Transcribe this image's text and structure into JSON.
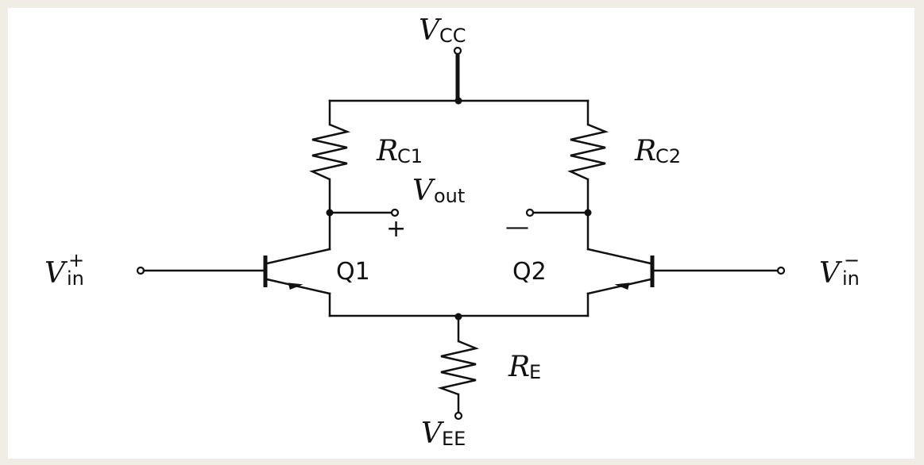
{
  "labels": {
    "vcc": {
      "main": "V",
      "sub": "CC"
    },
    "vee": {
      "main": "V",
      "sub": "EE"
    },
    "rc1": {
      "main": "R",
      "sub": "C1"
    },
    "rc2": {
      "main": "R",
      "sub": "C2"
    },
    "re": {
      "main": "R",
      "sub": "E"
    },
    "vout": {
      "main": "V",
      "sub": "out"
    },
    "vin_plus": {
      "main": "V",
      "sub": "in",
      "sup": "+"
    },
    "vin_minus": {
      "main": "V",
      "sub": "in",
      "sup": "−"
    },
    "q1": "Q1",
    "q2": "Q2",
    "plus_sign": "+",
    "minus_sign": "—"
  }
}
